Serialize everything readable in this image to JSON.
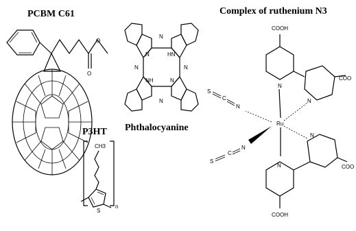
{
  "titles": {
    "pcbm": "PCBM C61",
    "p3ht": "P3HT",
    "phthalocyanine": "Phthalocyanine",
    "ruthenium": "Complex of ruthenium N3"
  },
  "atoms": {
    "o": "O",
    "n": "N",
    "hn": "HN",
    "nh": "NH",
    "ch3": "CH3",
    "s": "S",
    "n_sub": "n",
    "ru": "Ru",
    "c": "C",
    "cooh": "COOH",
    "cooh_partial": "COO"
  }
}
